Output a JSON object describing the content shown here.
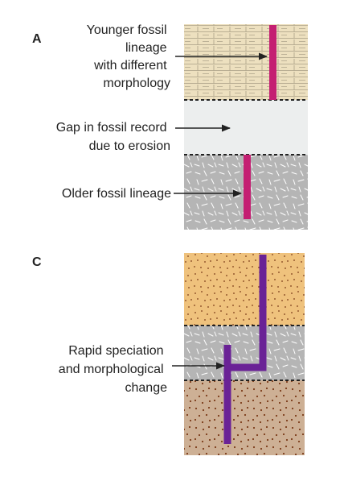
{
  "panels": {
    "a": {
      "letter": "A",
      "labels": {
        "younger": [
          "Younger fossil",
          "lineage",
          "with different",
          "morphology"
        ],
        "gap": [
          "Gap in fossil record",
          "due to erosion"
        ],
        "older": [
          "Older fossil lineage"
        ]
      }
    },
    "c": {
      "letter": "C",
      "labels": {
        "speciation": [
          "Rapid speciation",
          "and morphological",
          "change"
        ]
      }
    }
  },
  "colors": {
    "limestone": "#ede0bf",
    "limestone_lines": "#a99f86",
    "gap": "#eceeee",
    "granite": "#b5b5b5",
    "granite_marks": "#ffffff",
    "sandstone_orange": "#efc27d",
    "sandstone_brown": "#cdb095",
    "dots": "#7b3b18",
    "lineage_magenta": "#c41f72",
    "lineage_purple": "#6a2296",
    "arrow": "#222222"
  }
}
